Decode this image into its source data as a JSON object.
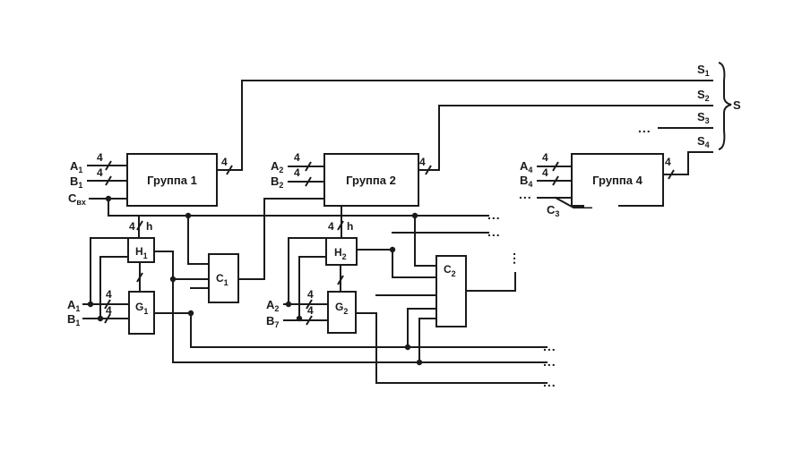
{
  "blocks": {
    "group1": "Группа 1",
    "group2": "Группа 2",
    "group4": "Группа 4",
    "h1": {
      "main": "H",
      "sub": "1"
    },
    "h2": {
      "main": "H",
      "sub": "2"
    },
    "g1": {
      "main": "G",
      "sub": "1"
    },
    "g2": {
      "main": "G",
      "sub": "2"
    },
    "c1": {
      "main": "C",
      "sub": "1"
    },
    "c2": {
      "main": "C",
      "sub": "2"
    }
  },
  "inputs": {
    "a1": {
      "main": "A",
      "sub": "1"
    },
    "b1": {
      "main": "B",
      "sub": "1"
    },
    "a2": {
      "main": "A",
      "sub": "2"
    },
    "b2": {
      "main": "B",
      "sub": "2"
    },
    "a4": {
      "main": "A",
      "sub": "4"
    },
    "b4": {
      "main": "B",
      "sub": "4"
    },
    "cin": {
      "main": "C",
      "sub": "вх"
    },
    "c3": {
      "main": "C",
      "sub": "3"
    },
    "a1_low": {
      "main": "A",
      "sub": "1"
    },
    "b1_low": {
      "main": "B",
      "sub": "1"
    },
    "a2_low": {
      "main": "A",
      "sub": "2"
    },
    "b2_low": {
      "main": "B",
      "sub": "7"
    }
  },
  "outputs": {
    "s1": {
      "main": "S",
      "sub": "1"
    },
    "s2": {
      "main": "S",
      "sub": "2"
    },
    "s3": {
      "main": "S",
      "sub": "3"
    },
    "s4": {
      "main": "S",
      "sub": "4"
    },
    "s": "S"
  },
  "bus_width": "4",
  "h_label": "h",
  "ellipsis": "...",
  "ellipsis_short": ".."
}
